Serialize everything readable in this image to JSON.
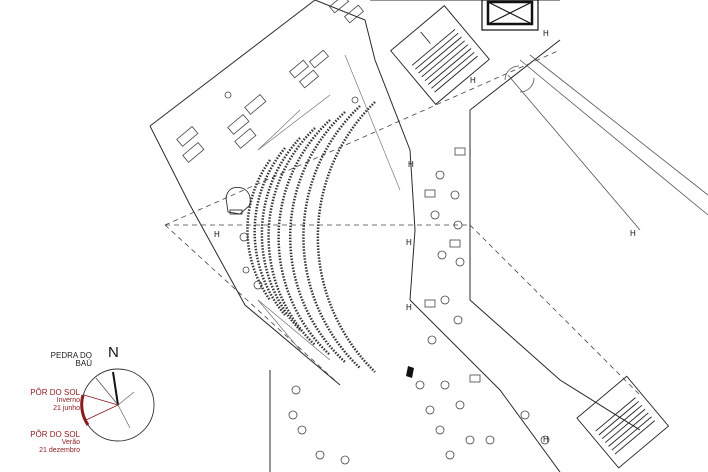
{
  "legend": {
    "north_label": "N",
    "pedra_line1": "PEDRA DO",
    "pedra_line2": "BAÚ",
    "sunset_winter_title": "PÔR DO SOL",
    "sunset_winter_season": "Inverno",
    "sunset_winter_date": "21 junho",
    "sunset_summer_title": "PÔR DO SOL",
    "sunset_summer_season": "Verão",
    "sunset_summer_date": "21 dezembro"
  },
  "colors": {
    "line": "#2a2a2a",
    "light_line": "#777777",
    "accent": "#8b1a1a"
  },
  "icons": [
    "grand-piano-icon",
    "stair-icon",
    "elevator-icon",
    "compass-icon"
  ]
}
